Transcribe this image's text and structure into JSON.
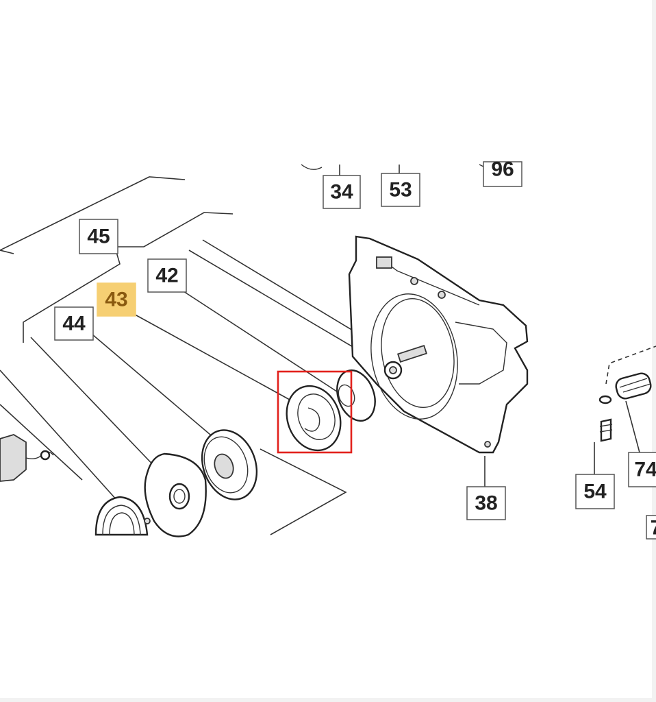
{
  "diagram": {
    "callouts": [
      {
        "id": "34",
        "label": "34",
        "highlighted": false
      },
      {
        "id": "53",
        "label": "53",
        "highlighted": false
      },
      {
        "id": "96",
        "label": "96",
        "highlighted": false
      },
      {
        "id": "45",
        "label": "45",
        "highlighted": false
      },
      {
        "id": "42",
        "label": "42",
        "highlighted": false
      },
      {
        "id": "43",
        "label": "43",
        "highlighted": true
      },
      {
        "id": "44",
        "label": "44",
        "highlighted": false
      },
      {
        "id": "38",
        "label": "38",
        "highlighted": false
      },
      {
        "id": "54",
        "label": "54",
        "highlighted": false
      },
      {
        "id": "74",
        "label": "74",
        "highlighted": false
      },
      {
        "id": "7",
        "label": "7",
        "highlighted": false
      }
    ],
    "colors": {
      "highlight": "#f6cf73",
      "selection_box": "#e2211c"
    }
  }
}
